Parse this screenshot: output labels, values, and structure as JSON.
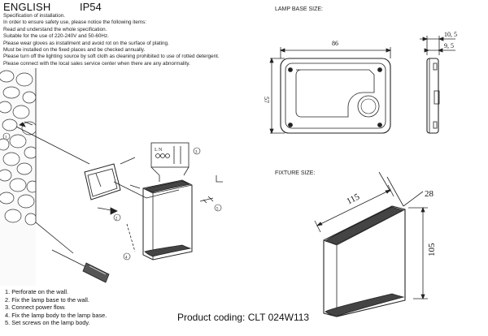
{
  "header": {
    "language": "ENGLISH",
    "rating": "IP54"
  },
  "instructions": [
    "Specification of installation.",
    "In order to ensure safety use, please notice the following items:",
    "Read and understand the whole specification.",
    "Suitable for the use of 220-240V and 50-60Hz.",
    "Please wear gloves as installment and avoid rot on the surface of plating.",
    "Must be installed on the fixed places and be checked annually.",
    "Please turn off the lighting source by soft cloth as cleaning prohibited to use of rotted detergent.",
    "Please connect with the local sales service center when there are any abnormality."
  ],
  "lamp_base": {
    "title": "LAMP BASE SIZE:",
    "width": "86",
    "height": "57",
    "depth_outer": "10, 5",
    "depth_inner": "9, 5"
  },
  "fixture": {
    "title": "FIXTURE SIZE:",
    "length": "115",
    "depth": "28",
    "height": "105"
  },
  "steps": [
    "1. Perforate on the wall.",
    "2. Fix the lamp base to the wall.",
    "3. Connect power flow.",
    "4. Fix the lamp body to the lamp base.",
    "5. Set screws on the lamp body."
  ],
  "callouts": [
    "1",
    "2",
    "3",
    "4",
    "5"
  ],
  "product_code": "Product coding: CLT 024W113"
}
